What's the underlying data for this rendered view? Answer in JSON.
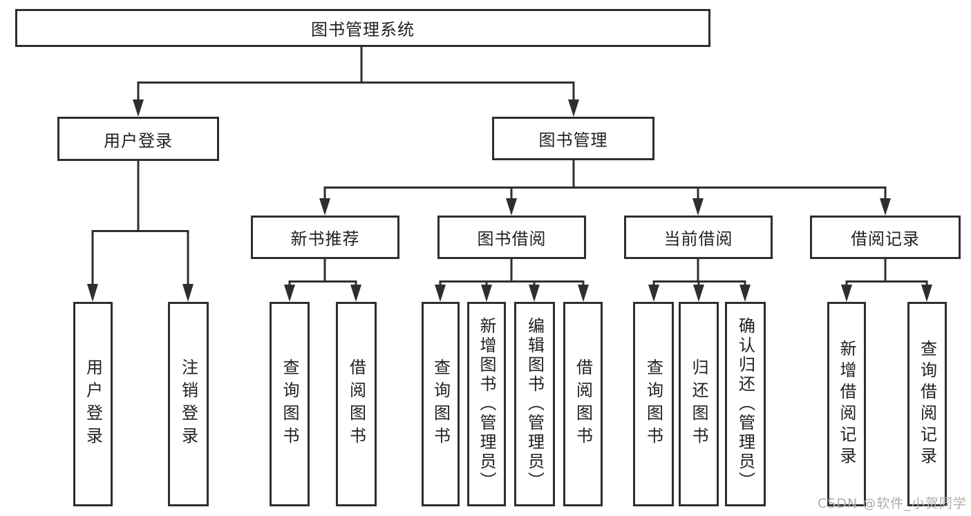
{
  "diagram": {
    "title": "图书管理系统",
    "nodes": {
      "root": {
        "label": "图书管理系统"
      },
      "user_login": {
        "label": "用户登录"
      },
      "book_mgmt": {
        "label": "图书管理"
      },
      "new_book_rec": {
        "label": "新书推荐"
      },
      "book_borrow": {
        "label": "图书借阅"
      },
      "current_borrow": {
        "label": "当前借阅"
      },
      "borrow_records": {
        "label": "借阅记录"
      },
      "leaf_user_login": {
        "label": "用户登录"
      },
      "leaf_logout": {
        "label": "注销登录"
      },
      "leaf_nbr_query": {
        "label": "查询图书"
      },
      "leaf_nbr_borrow": {
        "label": "借阅图书"
      },
      "leaf_bb_query": {
        "label": "查询图书"
      },
      "leaf_bb_add": {
        "label": "新增图书（管理员）"
      },
      "leaf_bb_edit": {
        "label": "编辑图书（管理员）"
      },
      "leaf_bb_borrow": {
        "label": "借阅图书"
      },
      "leaf_cb_query": {
        "label": "查询图书"
      },
      "leaf_cb_return": {
        "label": "归还图书"
      },
      "leaf_cb_confirm": {
        "label": "确认归还（管理员）"
      },
      "leaf_br_add": {
        "label": "新增借阅记录"
      },
      "leaf_br_query": {
        "label": "查询借阅记录"
      }
    },
    "edges": [
      [
        "图书管理系统",
        "用户登录"
      ],
      [
        "图书管理系统",
        "图书管理"
      ],
      [
        "用户登录",
        "用户登录(叶)"
      ],
      [
        "用户登录",
        "注销登录"
      ],
      [
        "图书管理",
        "新书推荐"
      ],
      [
        "图书管理",
        "图书借阅"
      ],
      [
        "图书管理",
        "当前借阅"
      ],
      [
        "图书管理",
        "借阅记录"
      ],
      [
        "新书推荐",
        "查询图书"
      ],
      [
        "新书推荐",
        "借阅图书"
      ],
      [
        "图书借阅",
        "查询图书"
      ],
      [
        "图书借阅",
        "新增图书（管理员）"
      ],
      [
        "图书借阅",
        "编辑图书（管理员）"
      ],
      [
        "图书借阅",
        "借阅图书"
      ],
      [
        "当前借阅",
        "查询图书"
      ],
      [
        "当前借阅",
        "归还图书"
      ],
      [
        "当前借阅",
        "确认归还（管理员）"
      ],
      [
        "借阅记录",
        "新增借阅记录"
      ],
      [
        "借阅记录",
        "查询借阅记录"
      ]
    ],
    "colors": {
      "line": "#2e2e2e",
      "box_border": "#2e2e2e",
      "text": "#1f1f1f",
      "background": "#ffffff",
      "watermark": "#b3acac"
    }
  },
  "watermark": {
    "text": "CSDN @软件_小贺同学"
  }
}
